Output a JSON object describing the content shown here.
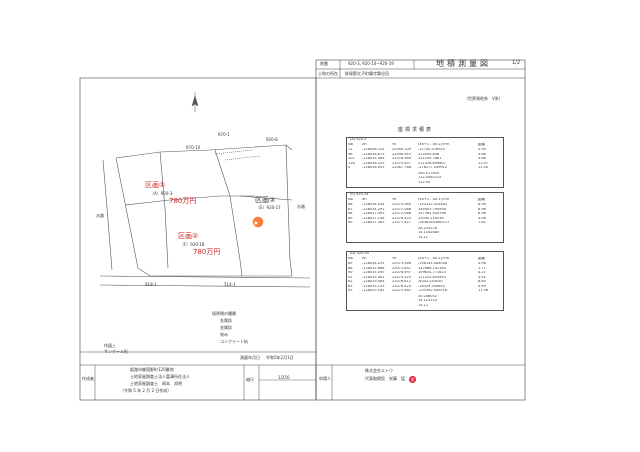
{
  "header": {
    "label_parcel": "地番",
    "parcel_value": "920-3, 920-14~920-19",
    "title": "地積測量図",
    "label_location": "土地の所在",
    "location_value": "掛塚郡太子町鵤字舞谷田",
    "page_mark": "1/2",
    "scale_note": "（世界測地系　Ⅴ系）"
  },
  "map": {
    "parcels": [
      {
        "label": "区画①",
        "sub": "（A）920-3",
        "price": "780万円"
      },
      {
        "label": "区画②",
        "sub": "（F）920-18",
        "price": "780万円"
      },
      {
        "label": "区画③",
        "sub": "（E）920-17",
        "price": ""
      }
    ],
    "neighbors": [
      "970-1",
      "970-10",
      "920-8",
      "918-1",
      "514-1"
    ],
    "roads": [
      "水路",
      "水路"
    ],
    "legend_title": "境界標の種類",
    "legend_items": [
      "金属鋲",
      "金属鋲",
      "刻み",
      "コンクリート杭"
    ],
    "north_note": [
      "作図上",
      "サンゲール形"
    ]
  },
  "table": {
    "title": "座標求積表",
    "col_headers": [
      "No",
      "Xn",
      "Yn",
      "(Xn+1 - Xn-1)×Yn",
      "距離"
    ],
    "sections": [
      {
        "name": "(A) 920-3",
        "rows": [
          [
            "72",
            "-128046.325",
            "22090.109",
            "-21750.578925",
            "5.90"
          ],
          [
            "96",
            "-128036.873",
            "22098.943",
            "222000.858",
            "4.86"
          ],
          [
            "101",
            "-128035.364",
            "22078.589",
            "321200.7861",
            "4.86"
          ],
          [
            "116",
            "-128036.243",
            "22075.457",
            "211326.609607",
            "13.07"
          ],
          [
            "S",
            "-128036.091",
            "22087.768",
            "-276277.549912",
            "11.50"
          ]
        ],
        "totals": [
          "265.017645",
          "132.5085225",
          "132.50"
        ]
      },
      {
        "name": "(E) 920-14",
        "rows": [
          [
            "86",
            "-128034.044",
            "22075.380",
            "-152412.424482",
            "6.96"
          ],
          [
            "87",
            "-128034.291",
            "22072.086",
            "344953.794958",
            "6.96"
          ],
          [
            "88",
            "-128027.493",
            "22072.086",
            "357362.445798",
            "6.96"
          ],
          [
            "89",
            "-128027.158",
            "22076.424",
            "23050.216538",
            "4.96"
          ],
          [
            "90",
            "-128027.381",
            "22077.427",
            "-2638165.680127",
            "7.82"
          ]
        ],
        "totals": [
          "28.235376",
          "14.1182880",
          "14.11"
        ]
      },
      {
        "name": "(D) 920-05",
        "rows": [
          [
            "89",
            "-128034.291",
            "22073.566",
            "-196145.464008",
            "4.96"
          ],
          [
            "88",
            "-128032.668",
            "22071.851",
            "147666.192164",
            "1.71"
          ],
          [
            "90",
            "-128035.093",
            "22076.497",
            "109634.771623",
            "4.21"
          ],
          [
            "91",
            "-128035.481",
            "22075.425",
            "111323.805993",
            "4.91"
          ],
          [
            "82",
            "-128029.484",
            "22076.611",
            "-6342.254050",
            "6.60"
          ],
          [
            "83",
            "-128025.153",
            "22078.424",
            "-18329.345655",
            "4.69"
          ],
          [
            "93",
            "-128025.161",
            "22072.462",
            "-235392.545216",
            "11.56"
          ]
        ],
        "totals": [
          "30.246052",
          "15.123310",
          "15.12"
        ]
      }
    ]
  },
  "footer": {
    "drawer_label": "作成者",
    "drawer_lines": [
      "姫路市御国野町120番地",
      "土地家屋調査士法人富澤所在法人",
      "土地家屋調査士　岡本　邦明",
      "（令和 5 年 2 月 2 日作成）"
    ],
    "date_label": "測量年月日",
    "date_value": "令和5年2月1日",
    "scale_label": "縮尺",
    "scale_value": "1/250",
    "applicant_label": "申請人",
    "applicant_lines": [
      "株式会社エトウ",
      "代表取締役　栄藤　猛"
    ],
    "seal_char": "栄"
  }
}
